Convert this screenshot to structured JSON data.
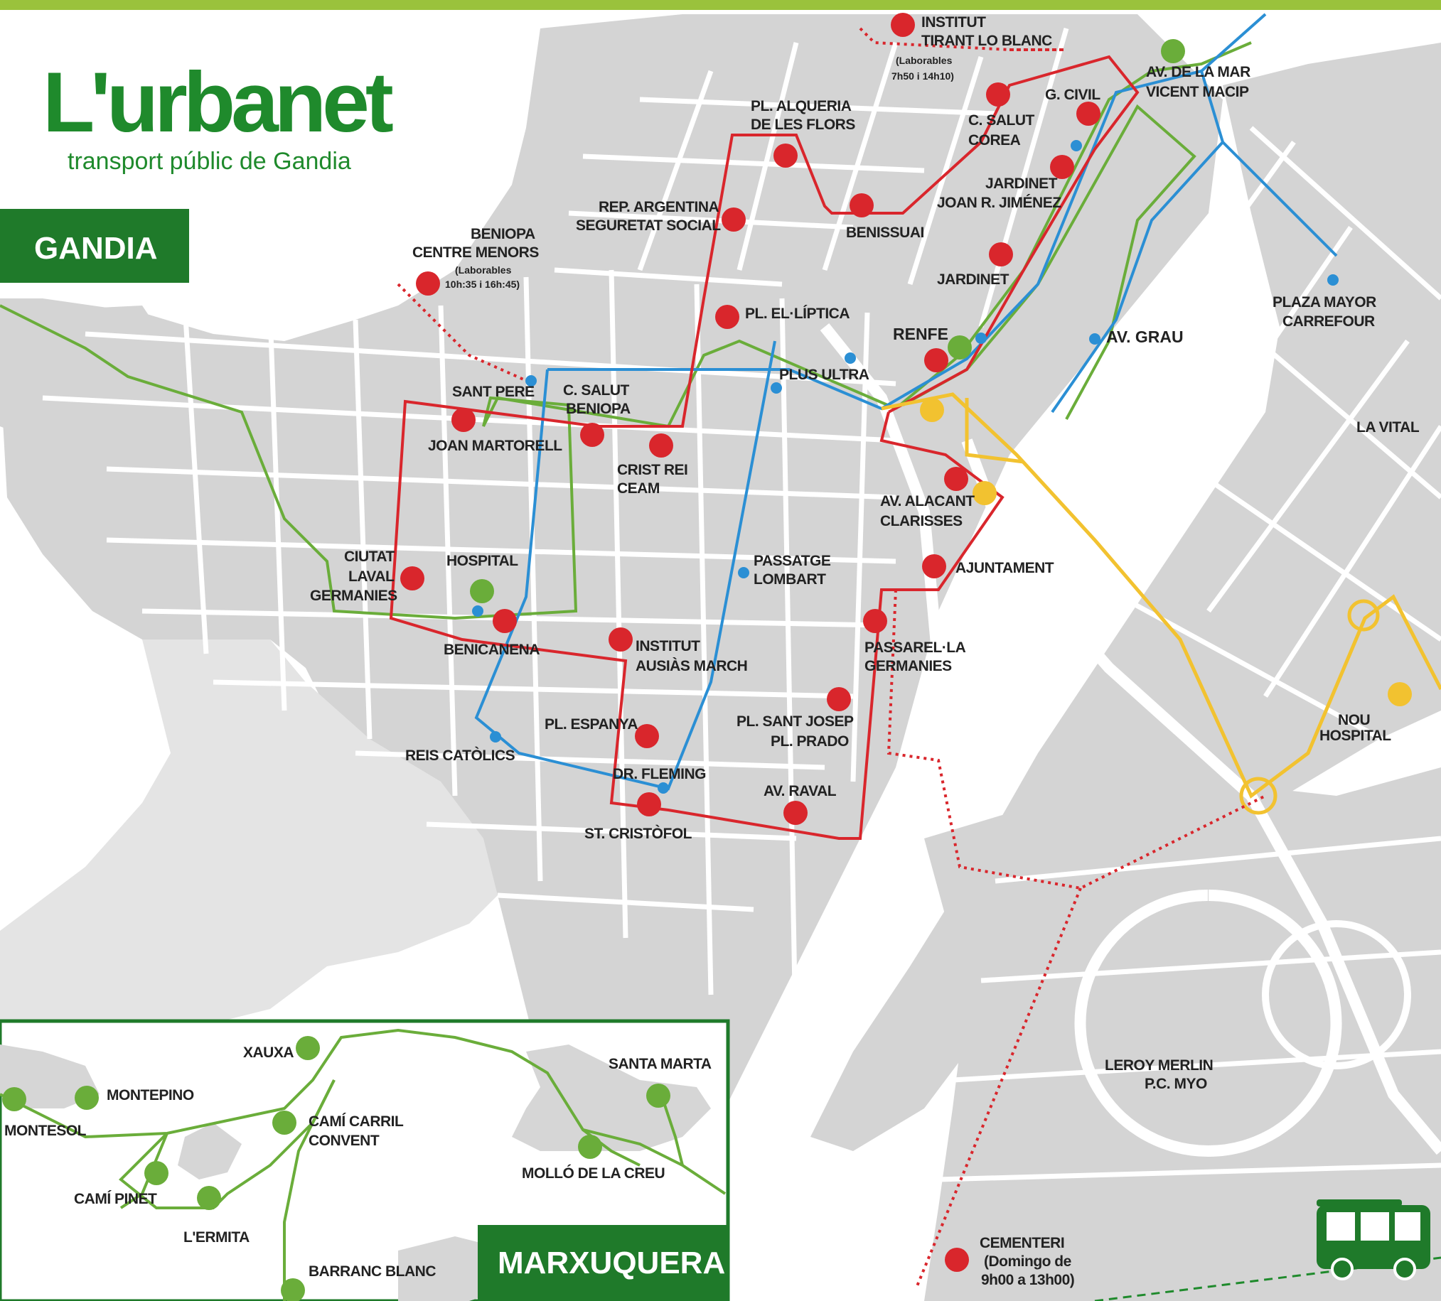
{
  "brand": {
    "name": "L'urbanet",
    "tagline": "transport públic de Gandia",
    "color": "#1f8a2c"
  },
  "areas": {
    "city": "GANDIA",
    "inset": "MARXUQUERA"
  },
  "colors": {
    "red_line": "#d9262c",
    "blue_line": "#2b8fd4",
    "green_line": "#6aad3a",
    "yellow_line": "#f2c230",
    "blocks": "#d6d6d6",
    "header_bar": "#9ac23c"
  },
  "stops": {
    "institut_tirant": [
      "INSTITUT",
      "TIRANT LO BLANC"
    ],
    "institut_tirant_note": [
      "(Laborables",
      "7h50 i 14h10)"
    ],
    "av_mar": [
      "AV. DE LA MAR",
      "VICENT MACIP"
    ],
    "g_civil": "G. CIVIL",
    "c_salut_corea": [
      "C. SALUT",
      "COREA"
    ],
    "pl_alqueria": [
      "PL. ALQUERIA",
      "DE LES FLORS"
    ],
    "jardinet_jimenez": [
      "JARDINET",
      "JOAN R. JIMÉNEZ"
    ],
    "rep_argentina": [
      "REP. ARGENTINA",
      "SEGURETAT SOCIAL"
    ],
    "benissuai": "BENISSUAI",
    "beniopa_menors": [
      "BENIOPA",
      "CENTRE MENORS"
    ],
    "beniopa_menors_note": [
      "(Laborables",
      "10h:35 i 16h:45)"
    ],
    "jardinet": "JARDINET",
    "plaza_mayor": [
      "PLAZA MAYOR",
      "CARREFOUR"
    ],
    "pl_eliptica": "PL. EL·LÍPTICA",
    "renfe": "RENFE",
    "av_grau": "AV. GRAU",
    "plus_ultra": "PLUS ULTRA",
    "sant_pere": "SANT PERE",
    "c_salut_beniopa": [
      "C. SALUT",
      "BENIOPA"
    ],
    "la_vital": "LA VITAL",
    "joan_martorell": "JOAN MARTORELL",
    "crist_rei": [
      "CRIST REI",
      "CEAM"
    ],
    "av_alacant": [
      "AV. ALACANT",
      "CLARISSES"
    ],
    "ciutat_laval": [
      "CIUTAT",
      "LAVAL",
      "GERMANIES"
    ],
    "hospital": "HOSPITAL",
    "passatge_lombart": [
      "PASSATGE",
      "LOMBART"
    ],
    "ajuntament": "AJUNTAMENT",
    "benicanena": "BENICANENA",
    "institut_ausias": [
      "INSTITUT",
      "AUSIÀS MARCH"
    ],
    "passarel_la": [
      "PASSAREL·LA",
      "GERMANIES"
    ],
    "nou_hospital": [
      "NOU",
      "HOSPITAL"
    ],
    "pl_sant_josep": [
      "PL. SANT JOSEP",
      "PL. PRADO"
    ],
    "pl_espanya": "PL. ESPANYA",
    "reis_catolics": "REIS CATÒLICS",
    "dr_fleming": "DR. FLEMING",
    "av_raval": "AV. RAVAL",
    "st_cristofol": "ST. CRISTÒFOL",
    "leroy_merlin": [
      "LEROY MERLIN",
      "P.C. MYO"
    ],
    "cementeri": [
      "CEMENTERI",
      "(Domingo de",
      "9h00 a 13h00)"
    ]
  },
  "inset_stops": {
    "xauxa": "XAUXA",
    "montepino": "MONTEPINO",
    "montesol": "MONTESOL",
    "cami_carril": [
      "CAMÍ CARRIL",
      "CONVENT"
    ],
    "santa_marta": "SANTA MARTA",
    "cami_pinet": "CAMÍ PINET",
    "lermita": "L'ERMITA",
    "mollo_creu": "MOLLÓ DE LA CREU",
    "barranc_blanc": "BARRANC BLANC"
  }
}
